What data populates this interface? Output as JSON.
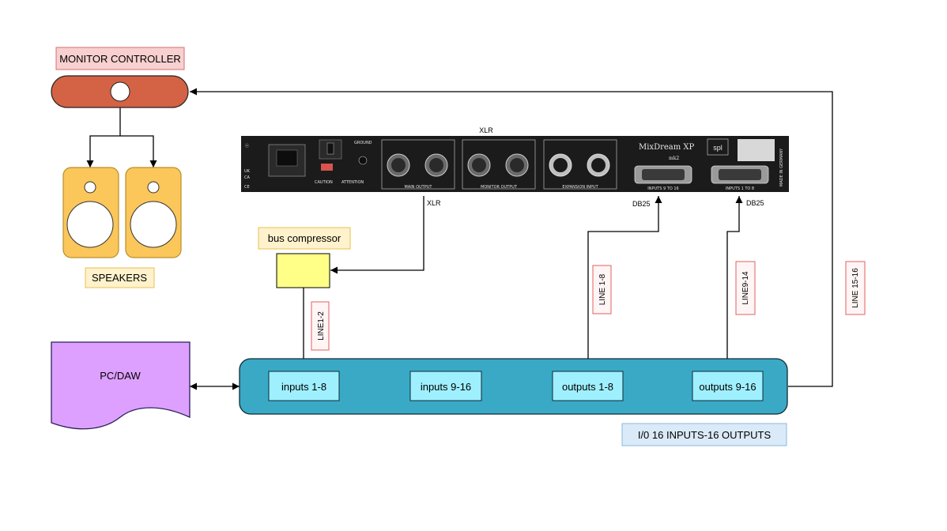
{
  "monitor_controller": {
    "label": "MONITOR CONTROLLER"
  },
  "speakers": {
    "label": "SPEAKERS"
  },
  "mixdream": {
    "top_label": "XLR",
    "brand": "MixDream XP",
    "brand_suffix": "mk2",
    "logo": "spl",
    "main_output": "MAIN OUTPUT",
    "monitor_output": "MONITOR OUTPUT",
    "expansion_input": "EXPANSION INPUT",
    "inputs_9_16": "INPUTS 9 TO 16",
    "inputs_1_8": "INPUTS 1 TO 8",
    "made_in": "MADE IN GERMANY",
    "ground": "GROUND",
    "caution": "CAUTION",
    "attention": "ATTENTION"
  },
  "connectors": {
    "xlr": "XLR",
    "db25_a": "DB25",
    "db25_b": "DB25"
  },
  "bus_compressor": {
    "label": "bus compressor"
  },
  "lines": {
    "line_1_2": "LINE1-2",
    "line_1_8": "LINE 1-8",
    "line_9_14": "LINE9-14",
    "line_15_16": "LINE 15-16"
  },
  "pc_daw": {
    "label": "PC/DAW"
  },
  "interface": {
    "ports": [
      "inputs 1-8",
      "inputs 9-16",
      "outputs 1-8",
      "outputs 9-16"
    ],
    "caption": "I/0 16 INPUTS-16 OUTPUTS"
  },
  "colors": {
    "controller_fill": "#d46244",
    "controller_label_fill": "#f8d0d0",
    "controller_label_stroke": "#d07070",
    "speaker_fill": "#fbc65a",
    "speaker_stroke": "#b8902a",
    "speaker_label_fill": "#fff2cc",
    "speaker_label_stroke": "#e8c050",
    "compressor_fill": "#ffff88",
    "pc_fill": "#dda0ff",
    "pc_stroke": "#2a1f5a",
    "interface_fill": "#3aa9c6",
    "port_fill": "#9ff0ff",
    "caption_fill": "#dbeaf8",
    "caption_stroke": "#8ab8e0",
    "line_label_fill": "#fff5f5",
    "line_label_stroke": "#e06060",
    "rack_fill": "#1b1b1b"
  }
}
